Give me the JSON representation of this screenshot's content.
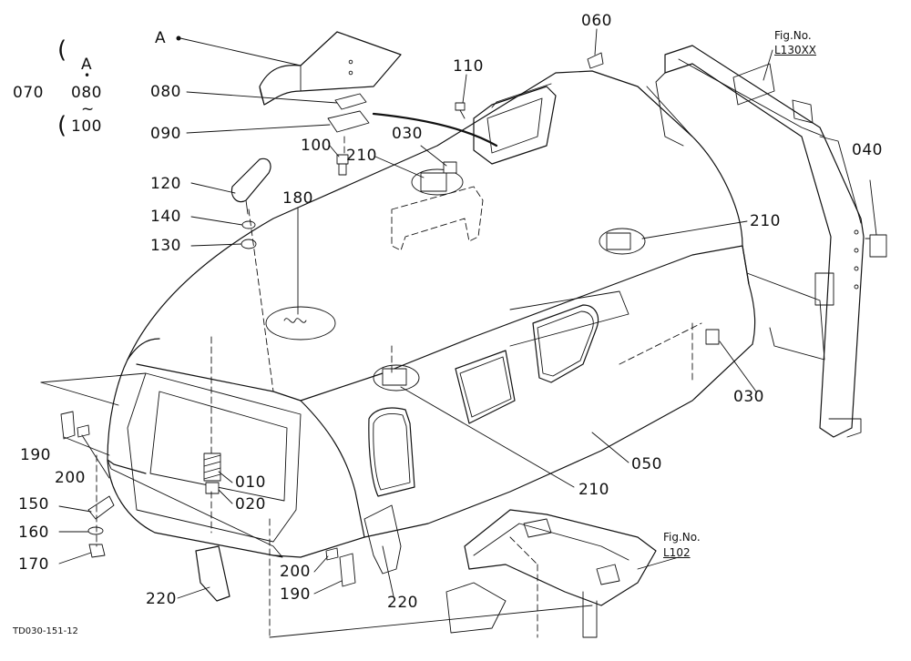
{
  "diagram": {
    "drawing_code": "TD030-151-12",
    "group": {
      "parent": "070",
      "range_top": "A",
      "dot": "•",
      "range_mid": "080",
      "tilde": "~",
      "range_bottom": "100"
    },
    "marker_a": "A",
    "parts": {
      "p080": "080",
      "p090": "090",
      "p100": "100",
      "p110": "110",
      "p060": "060",
      "p030a": "030",
      "p030b": "030",
      "p210a": "210",
      "p210b": "210",
      "p210c": "210",
      "p120": "120",
      "p140": "140",
      "p130": "130",
      "p180": "180",
      "p040": "040",
      "p190a": "190",
      "p190b": "190",
      "p200a": "200",
      "p200b": "200",
      "p150": "150",
      "p160": "160",
      "p170": "170",
      "p010": "010",
      "p020": "020",
      "p050": "050",
      "p220a": "220",
      "p220b": "220"
    },
    "fig_refs": {
      "frame_ref_title": "Fig.No.",
      "frame_ref_code": "L130XX",
      "base_ref_title": "Fig.No.",
      "base_ref_code": "L102"
    }
  }
}
